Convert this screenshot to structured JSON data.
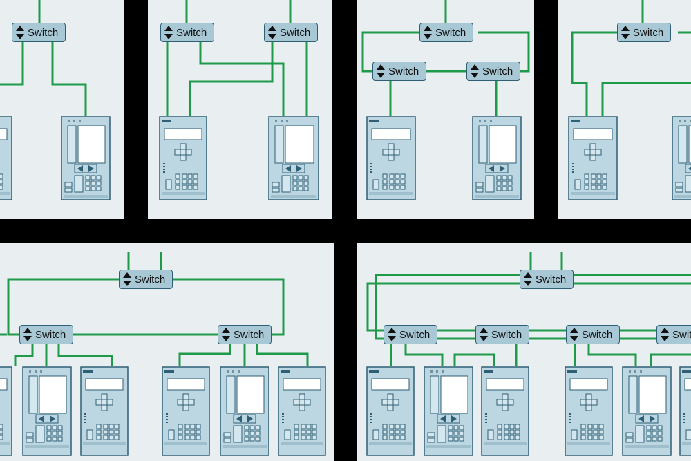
{
  "colors": {
    "background": "#000000",
    "panel": "#e9eef1",
    "wire": "#1e9a4a",
    "switch_fill": "#a9c8d6",
    "switch_border": "#2e5f74",
    "device_fill": "#bcd6e2",
    "device_border": "#2e5f74"
  },
  "switch_label": "Switch",
  "icons": {
    "switch": "up-down-arrows-icon",
    "device_keypad": "keypad-relay-device",
    "device_display": "display-relay-device"
  }
}
